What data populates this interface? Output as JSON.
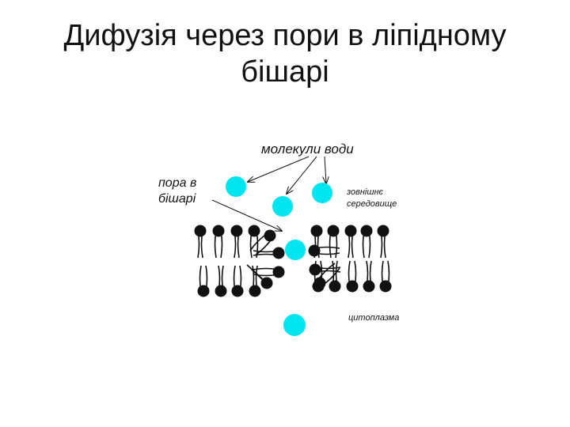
{
  "slide": {
    "title_line1": "Дифузія через пори в ліпідному",
    "title_line2": "бішарі"
  },
  "diagram": {
    "label_water": "молекули води",
    "label_pore_line1": "пора в",
    "label_pore_line2": "бішарі",
    "label_outside_line1": "зовнішнє",
    "label_outside_line2": "середовище",
    "label_cytoplasm": "цитоплазма",
    "water_color": "#00e5ef",
    "lipid_color": "#111111"
  }
}
